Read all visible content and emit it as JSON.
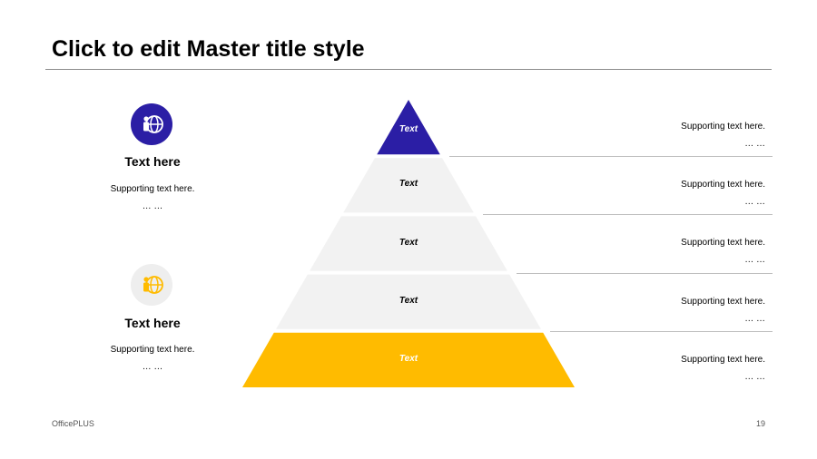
{
  "slide": {
    "title": "Click to edit Master title style",
    "footer_brand": "OfficePLUS",
    "page_number": "19"
  },
  "left_items": [
    {
      "icon": "globe-person-icon",
      "color": "#2B1EA5",
      "bg": "#2B1EA5",
      "fg": "#ffffff",
      "heading": "Text here",
      "line1": "Supporting text here.",
      "line2": "… …"
    },
    {
      "icon": "globe-person-icon",
      "color": "#FFBB00",
      "bg": "#eeeeee",
      "fg": "#FFBB00",
      "heading": "Text here",
      "line1": "Supporting text here.",
      "line2": "… …"
    }
  ],
  "pyramid": {
    "tiers": [
      {
        "label": "Text",
        "color": "#2B1EA5",
        "text_color": "#ffffff"
      },
      {
        "label": "Text",
        "color": "#F2F2F2",
        "text_color": "#000000"
      },
      {
        "label": "Text",
        "color": "#F2F2F2",
        "text_color": "#000000"
      },
      {
        "label": "Text",
        "color": "#F2F2F2",
        "text_color": "#000000"
      },
      {
        "label": "Text",
        "color": "#FFBB00",
        "text_color": "#ffffff"
      }
    ]
  },
  "right_items": [
    {
      "line1": "Supporting text here.",
      "line2": "… …"
    },
    {
      "line1": "Supporting text here.",
      "line2": "… …"
    },
    {
      "line1": "Supporting text here.",
      "line2": "… …"
    },
    {
      "line1": "Supporting text here.",
      "line2": "… …"
    },
    {
      "line1": "Supporting text here.",
      "line2": "… …"
    }
  ]
}
